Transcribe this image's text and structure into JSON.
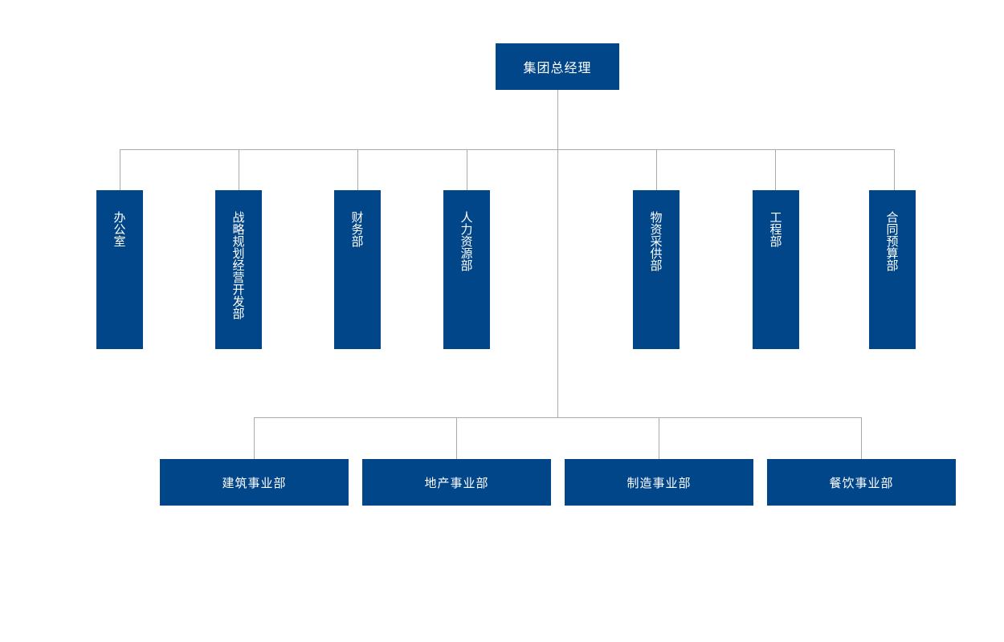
{
  "chart": {
    "root": {
      "label": "集团总经理"
    },
    "departments": [
      {
        "label": "办公室"
      },
      {
        "label": "战略规划经营开发部"
      },
      {
        "label": "财务部"
      },
      {
        "label": "人力资源部"
      },
      {
        "label": "物资采供部"
      },
      {
        "label": "工程部"
      },
      {
        "label": "合同预算部"
      }
    ],
    "business_units": [
      {
        "label": "建筑事业部"
      },
      {
        "label": "地产事业部"
      },
      {
        "label": "制造事业部"
      },
      {
        "label": "餐饮事业部"
      }
    ]
  },
  "colors": {
    "node_fill": "#02468a",
    "node_text": "#ffffff",
    "connector": "#aaaaaa"
  }
}
